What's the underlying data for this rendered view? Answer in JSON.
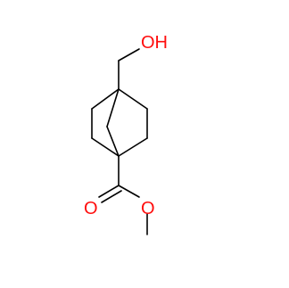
{
  "molecule": {
    "atoms": {
      "hydroxyl_label": "OH",
      "carbonyl_oxygen_label": "O",
      "ester_oxygen_label": "O"
    },
    "colors": {
      "bond": "#000000",
      "heteroatom": "#ff0d0d"
    }
  }
}
